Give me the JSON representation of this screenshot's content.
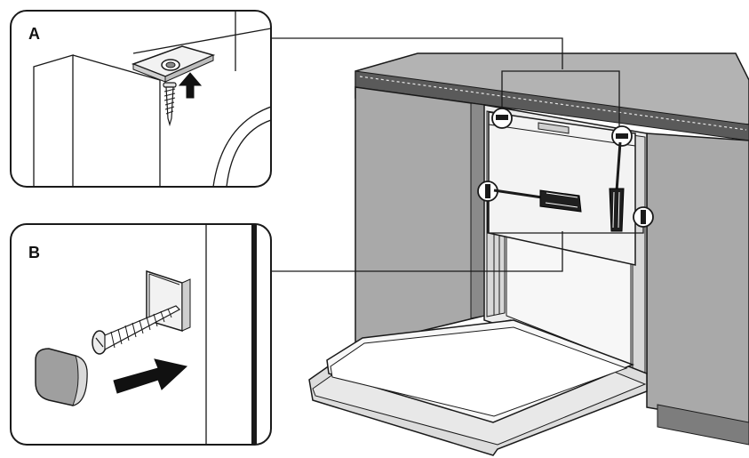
{
  "panels": [
    {
      "label": "A",
      "detail": "screw-from-below-into-worktop"
    },
    {
      "label": "B",
      "detail": "screw-through-side-bracket-with-cap"
    }
  ],
  "illustration": {
    "fasteners": [
      "screwdriver-front",
      "screwdriver-side",
      "screw",
      "screw-cap",
      "mounting-bracket"
    ],
    "arrows": [
      "up-arrow-icon",
      "right-arrow-icon"
    ]
  },
  "colors": {
    "line": "#1a1a1a",
    "cabinet": "#a9a9a9",
    "cabinet_dark": "#7d7d7d",
    "worktop": "#b3b3b3",
    "worktop_edge": "#5a5a5a",
    "door": "#f2f2f2",
    "frame": "#e0e0e0"
  }
}
